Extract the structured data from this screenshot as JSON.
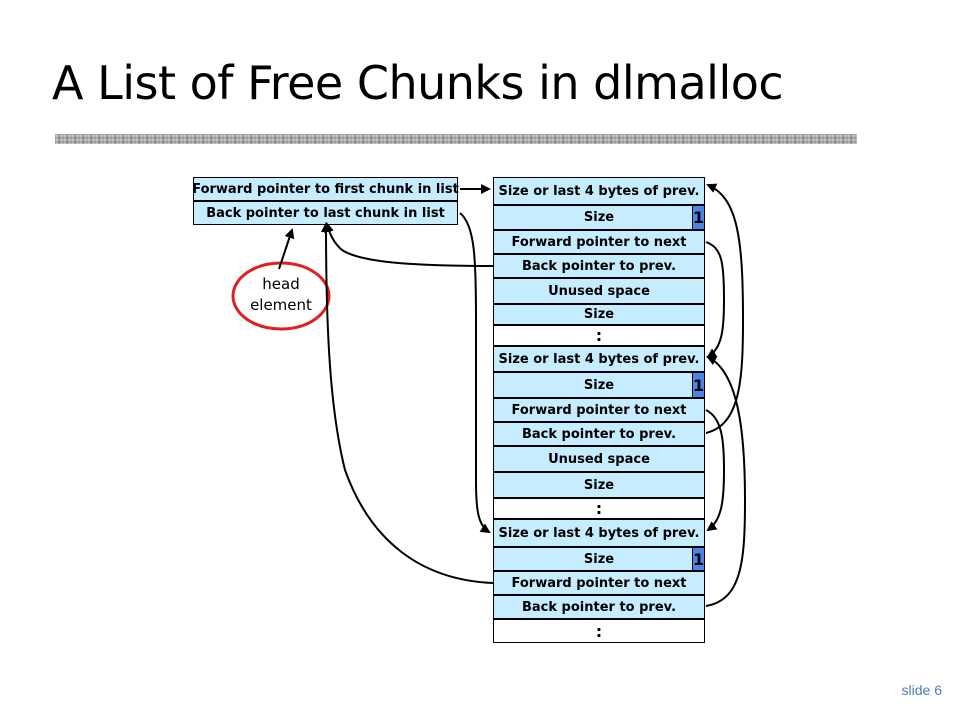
{
  "title": "A List of Free Chunks in dlmalloc",
  "head": {
    "forward": "Forward pointer to first chunk in list",
    "back": "Back pointer to last chunk in list",
    "label_line1": "head",
    "label_line2": "element"
  },
  "chunk1": {
    "prev_size": "Size or last 4 bytes of prev.",
    "size": "Size",
    "in_use_bit": "1",
    "fwd": "Forward pointer to next",
    "bk": "Back pointer to prev.",
    "unused": "Unused space",
    "size_footer": "Size",
    "ellipsis": ":"
  },
  "chunk2": {
    "prev_size": "Size or last 4 bytes of prev.",
    "size": "Size",
    "in_use_bit": "1",
    "fwd": "Forward pointer to next",
    "bk": "Back pointer to prev.",
    "unused": "Unused space",
    "size_footer": "Size",
    "ellipsis": ":"
  },
  "chunk3": {
    "prev_size": "Size or last 4 bytes of prev.",
    "size": "Size",
    "in_use_bit": "1",
    "fwd": "Forward pointer to next",
    "bk": "Back pointer to prev.",
    "ellipsis": ":"
  },
  "footer": {
    "slide_number": "slide 6"
  },
  "colors": {
    "field_fill": "#c6ecff",
    "bit_fill": "#4a86e8",
    "circle": "#e02020",
    "slide_number": "#4a80b8"
  }
}
